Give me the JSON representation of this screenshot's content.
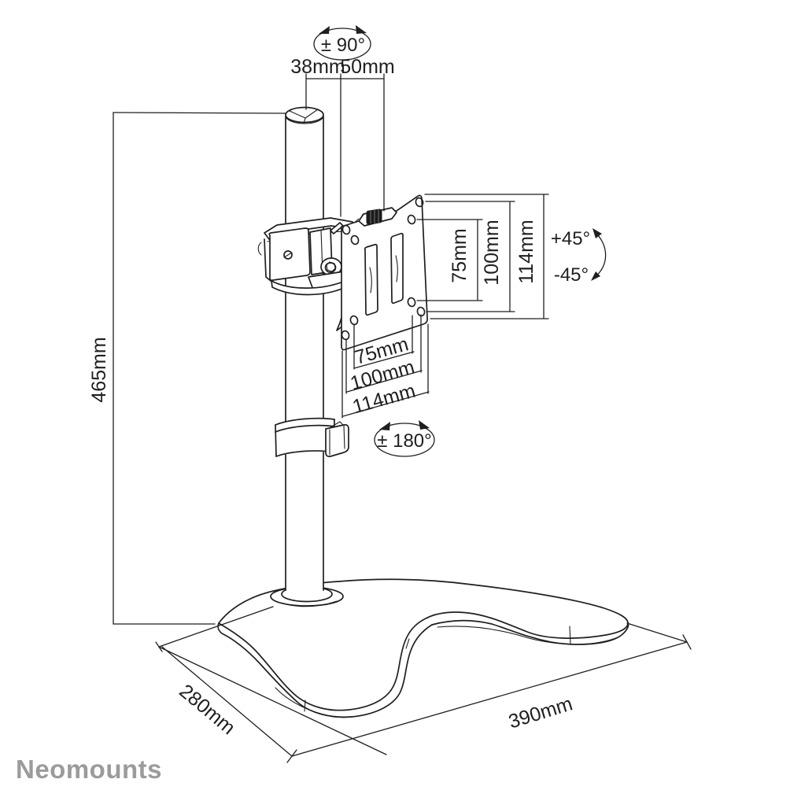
{
  "brand": "Neomounts",
  "colors": {
    "line": "#1f1f1f",
    "brand_gray": "#9b9b9b"
  },
  "dimensions": {
    "pole_rotation": "± 90°",
    "pole_diameter": "38mm",
    "pole_offset": "50mm",
    "height": "465mm",
    "vesa_vertical": [
      "75mm",
      "100mm",
      "114mm"
    ],
    "tilt_up": "+45°",
    "tilt_down": "-45°",
    "vesa_horizontal": [
      "75mm",
      "100mm",
      "114mm"
    ],
    "plate_rotation": "± 180°",
    "base_depth": "280mm",
    "base_width": "390mm"
  }
}
